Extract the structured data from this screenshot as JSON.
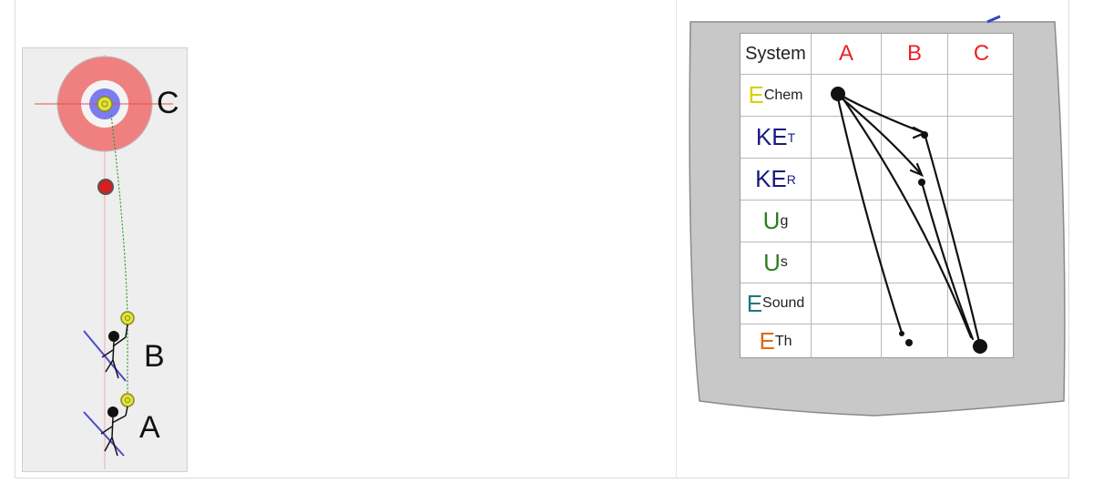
{
  "rink": {
    "label_c": "C",
    "label_b": "B",
    "label_a": "A"
  },
  "table": {
    "header": "System",
    "columns": [
      "A",
      "B",
      "C"
    ],
    "rows": [
      {
        "base": "E",
        "sup": "Chem",
        "sub": "",
        "color": "#d4d400"
      },
      {
        "base": "KE",
        "sup": "",
        "sub": "T",
        "color": "#1a1a80"
      },
      {
        "base": "KE",
        "sup": "",
        "sub": "R",
        "color": "#1a1a80"
      },
      {
        "base": "U",
        "sup": "g",
        "sub": "",
        "color": "#2e7d1e"
      },
      {
        "base": "U",
        "sup": "s",
        "sub": "",
        "color": "#2e7d1e"
      },
      {
        "base": "E",
        "sup": "Sound",
        "sub": "",
        "color": "#1a7a7a"
      },
      {
        "base": "E",
        "sup": "Th",
        "sub": "",
        "color": "#e06a10"
      }
    ]
  },
  "colors": {
    "house_outer": "#f08080",
    "house_inner": "#7c7cf0",
    "stone_yellow": "#e2e23a",
    "stone_red": "#d81e1e",
    "column_header": "#e8232a",
    "board": "#c8c8c8"
  }
}
